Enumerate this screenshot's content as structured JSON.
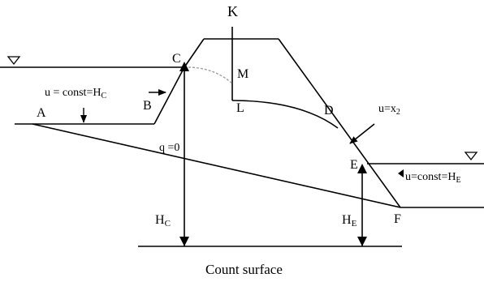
{
  "labels": {
    "K": "K",
    "C": "C",
    "M": "M",
    "L": "L",
    "A": "A",
    "B": "B",
    "D": "D",
    "E": "E",
    "F": "F",
    "u_hc_main": "u = const=H",
    "u_hc_sub": "C",
    "q": "q =0",
    "u_x2_main": "u=x",
    "u_x2_sub": "2",
    "u_he_main": "u=const=H",
    "u_he_sub": "E",
    "hc_main": "H",
    "hc_sub": "C",
    "he_main": "H",
    "he_sub": "E",
    "caption": "Count surface"
  },
  "colors": {
    "ink": "#000000",
    "seepage": "#9a9a9a",
    "background": "#ffffff"
  },
  "icons": [
    "water-level-triangle-icon",
    "arrow-icon"
  ]
}
